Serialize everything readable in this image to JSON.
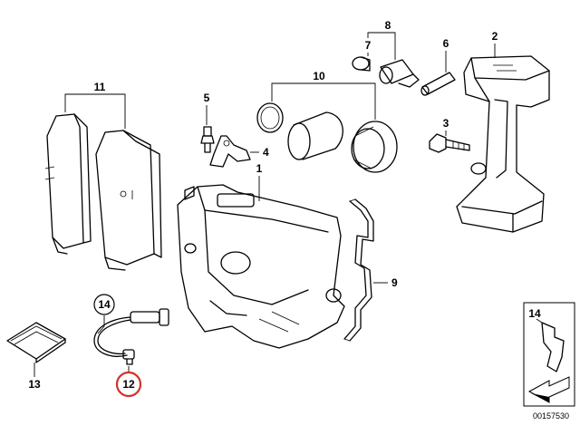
{
  "diagram": {
    "callouts": [
      {
        "id": "c1",
        "text": "1"
      },
      {
        "id": "c2",
        "text": "2"
      },
      {
        "id": "c3",
        "text": "3"
      },
      {
        "id": "c4",
        "text": "4"
      },
      {
        "id": "c5",
        "text": "5"
      },
      {
        "id": "c6",
        "text": "6"
      },
      {
        "id": "c7",
        "text": "7"
      },
      {
        "id": "c8",
        "text": "8"
      },
      {
        "id": "c9",
        "text": "9"
      },
      {
        "id": "c10",
        "text": "10"
      },
      {
        "id": "c11",
        "text": "11"
      },
      {
        "id": "c12",
        "text": "12"
      },
      {
        "id": "c13",
        "text": "13"
      },
      {
        "id": "c14",
        "text": "14"
      }
    ],
    "highlight_color": "#d0342c",
    "inset": {
      "label": "14"
    },
    "diagram_number": "00157530"
  }
}
